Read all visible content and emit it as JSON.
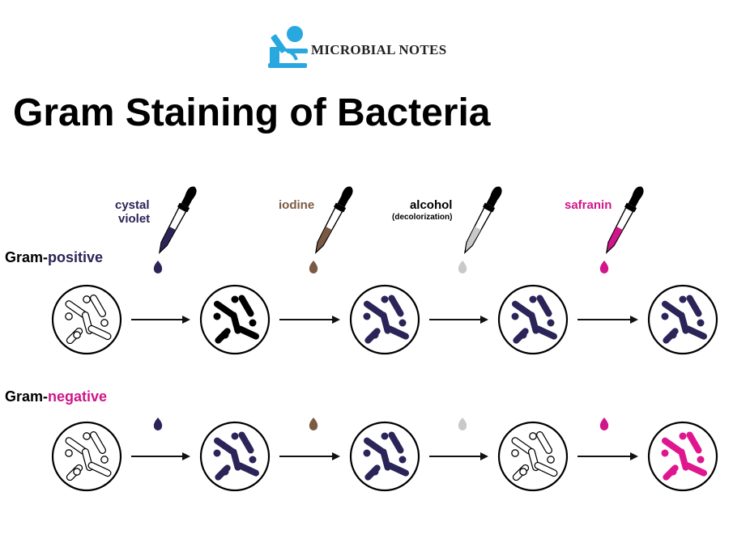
{
  "logo": {
    "text": "MICROBIAL NOTES",
    "icon": "microscope-icon",
    "color": "#29a8df"
  },
  "title": "Gram Staining of Bacteria",
  "rows": {
    "positive": {
      "prefix": "Gram-",
      "highlight": "positive",
      "highlight_color": "#2a2458"
    },
    "negative": {
      "prefix": "Gram-",
      "highlight": "negative",
      "highlight_color": "#d0168a"
    }
  },
  "reagents": [
    {
      "name": "cystal violet",
      "line1": "cystal",
      "line2": "violet",
      "color": "#2a2458"
    },
    {
      "name": "iodine",
      "line1": "iodine",
      "color": "#7b5a44"
    },
    {
      "name": "alcohol",
      "line1": "alcohol",
      "sub": "(decolorization)",
      "color": "#000000",
      "liquid_color": "#c9c9c9"
    },
    {
      "name": "safranin",
      "line1": "safranin",
      "color": "#d0168a"
    }
  ],
  "stages": {
    "positive": [
      "unstained",
      "#000000",
      "#2a2458",
      "#2a2458",
      "#2a2458"
    ],
    "negative": [
      "unstained",
      "#2a2458",
      "#2a2458",
      "unstained",
      "#e0168f"
    ]
  },
  "drop_colors": [
    "#2a2458",
    "#7b5a44",
    "#c9c9c9",
    "#d0168a"
  ]
}
